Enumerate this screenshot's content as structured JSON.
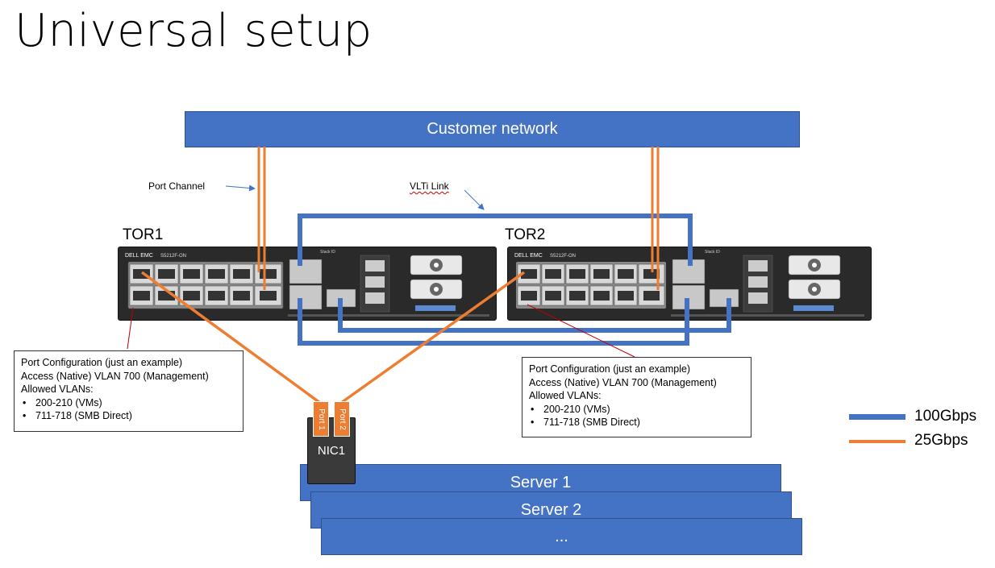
{
  "title": "Universal setup",
  "customer_network": "Customer network",
  "labels": {
    "port_channel": "Port Channel",
    "vlti_link": "VLTi Link",
    "tor1": "TOR1",
    "tor2": "TOR2"
  },
  "switch": {
    "brand": "DELL EMC",
    "model": "S5212F-ON",
    "stack_id": "Stack ID"
  },
  "port_config_left": {
    "line1": "Port Configuration (just an example)",
    "line2": "Access (Native) VLAN 700 (Management)",
    "line3": "Allowed VLANs:",
    "items": [
      "200-210 (VMs)",
      "711-718 (SMB Direct)"
    ]
  },
  "port_config_right": {
    "line1": "Port Configuration (just an example)",
    "line2": "Access (Native) VLAN 700 (Management)",
    "line3": "Allowed VLANs:",
    "items": [
      "200-210 (VMs)",
      "711-718 (SMB Direct)"
    ]
  },
  "nic": {
    "label": "NIC1",
    "port1": "Port 1",
    "port2": "Port 2"
  },
  "servers": [
    "Server 1",
    "Server 2",
    "..."
  ],
  "legend": [
    {
      "label": "100Gbps",
      "color": "#4472c4"
    },
    {
      "label": "25Gbps",
      "color": "#ed7d31"
    }
  ],
  "colors": {
    "link_100g": "#4472c4",
    "link_25g": "#ed7d31"
  }
}
